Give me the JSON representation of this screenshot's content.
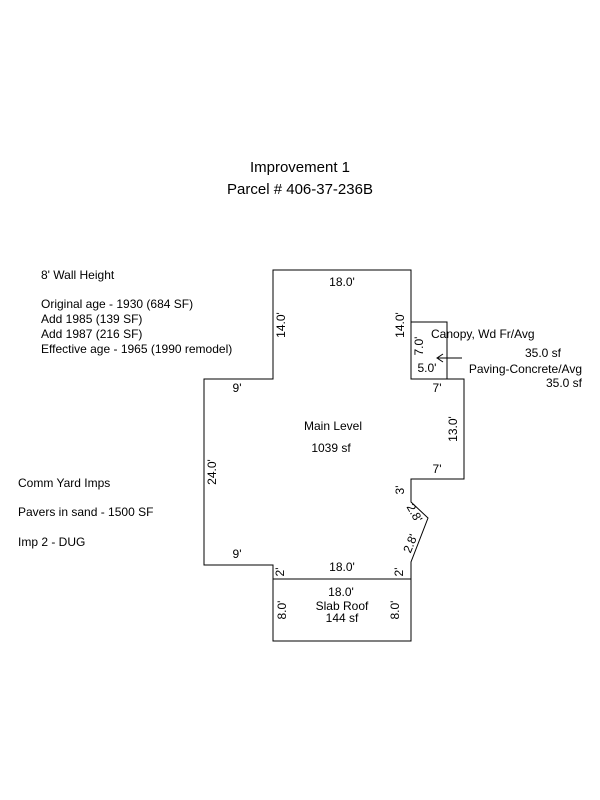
{
  "title": {
    "line1": "Improvement 1",
    "line2": "Parcel # 406-37-236B"
  },
  "notes_top": {
    "wall_height": "8' Wall Height",
    "original_age": "Original age - 1930 (684 SF)",
    "add_1985": "Add 1985 (139 SF)",
    "add_1987": "Add 1987 (216 SF)",
    "effective_age": "Effective age - 1965 (1990 remodel)"
  },
  "notes_bottom": {
    "comm_yard": "Comm Yard Imps",
    "pavers": "Pavers in sand - 1500 SF",
    "imp2": "Imp 2 - DUG"
  },
  "main_level": {
    "label": "Main Level",
    "area": "1039 sf"
  },
  "canopy": {
    "label": "Canopy, Wd Fr/Avg",
    "area": "35.0 sf",
    "dim_height": "7.0'",
    "dim_width": "5.0'"
  },
  "paving": {
    "label": "Paving-Concrete/Avg",
    "area": "35.0 sf"
  },
  "slab_roof": {
    "dim_top": "18.0'",
    "label": "Slab Roof",
    "area": "144 sf",
    "dim_left": "8.0'",
    "dim_right": "8.0'"
  },
  "dimensions": {
    "top": "18.0'",
    "upper_left": "14.0'",
    "upper_right": "14.0'",
    "left_step_top": "9'",
    "left": "24.0'",
    "left_step_bottom": "9'",
    "right_step_top": "7'",
    "right": "13.0'",
    "right_step_bottom": "7'",
    "notch": "3'",
    "angled_1": "2.8'",
    "angled_2": "2.8'",
    "bottom": "18.0'",
    "bottom_left_jog": "2'",
    "bottom_right_jog": "2'"
  }
}
